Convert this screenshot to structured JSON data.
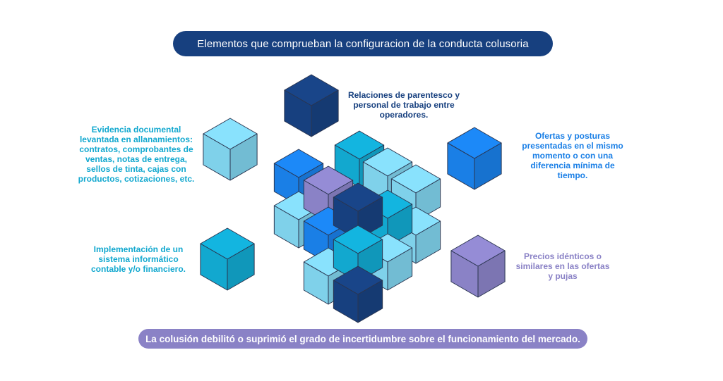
{
  "title": "Elementos que comprueban la configuracion de la conducta colusoria",
  "footer": "La colusión debilitó o suprimió el grado de incertidumbre sobre el funcionamiento del mercado.",
  "elements": {
    "relaciones": "Relaciones de parentesco y personal de trabajo entre operadores.",
    "evidencia": "Evidencia documental levantada en allanamientos: contratos, comprobantes de ventas, notas de entrega, sellos de tinta, cajas con productos, cotizaciones, etc.",
    "ofertas": "Ofertas y posturas presentadas en el mismo momento o con una diferencia mínima de tiempo.",
    "implementacion": "Implementación de un sistema informático contable y/o financiero.",
    "precios": "Precios idénticos o similares en las ofertas y pujas"
  },
  "colors": {
    "navy": "#17407f",
    "blue": "#1a7fe6",
    "teal": "#12a8cf",
    "light_blue": "#7fd1ea",
    "lavender": "#8a82c6"
  }
}
